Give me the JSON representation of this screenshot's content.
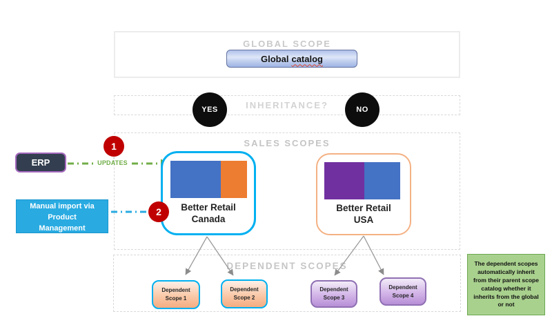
{
  "global_scope": {
    "title": "GLOBAL SCOPE",
    "catalog_button": {
      "word1": "Global",
      "word2": "catalog"
    }
  },
  "inheritance": {
    "title": "INHERITANCE?",
    "yes_label": "YES",
    "no_label": "NO"
  },
  "sales_scopes": {
    "title": "SALES SCOPES",
    "cards": [
      {
        "name": "Better Retail\nCanada"
      },
      {
        "name": "Better Retail\nUSA"
      }
    ]
  },
  "dependent_scopes": {
    "title": "DEPENDENT SCOPES",
    "boxes": [
      {
        "label": "Dependent\nScope 1"
      },
      {
        "label": "Dependent\nScope 2"
      },
      {
        "label": "Dependent\nScope 3"
      },
      {
        "label": "Dependent\nScope 4"
      }
    ]
  },
  "annotations": {
    "erp_label": "ERP",
    "step_1_badge": "1",
    "step_2_badge": "2",
    "updates_label": "UPDATES",
    "manual_import_label": "Manual import via\nProduct\nManagement",
    "note_text": "The dependent scopes automatically inherit from their parent scope catalog whether it inherits from the global or not"
  },
  "colors": {
    "canada_card_border": "#00B0F0",
    "usa_card_border": "#F4B183",
    "bar_blue": "#4472C4",
    "bar_orange": "#ED7D31",
    "bar_purple": "#7030A0",
    "step_badge_red": "#C00000",
    "updates_green": "#70AD47",
    "manual_import_blue": "#29ABE2",
    "note_green_bg": "#A9D18E",
    "note_green_border": "#6AA84F",
    "erp_fill": "#333F50",
    "erp_border": "#A569BD",
    "inheritance_circle_black": "#0D0D0D"
  }
}
